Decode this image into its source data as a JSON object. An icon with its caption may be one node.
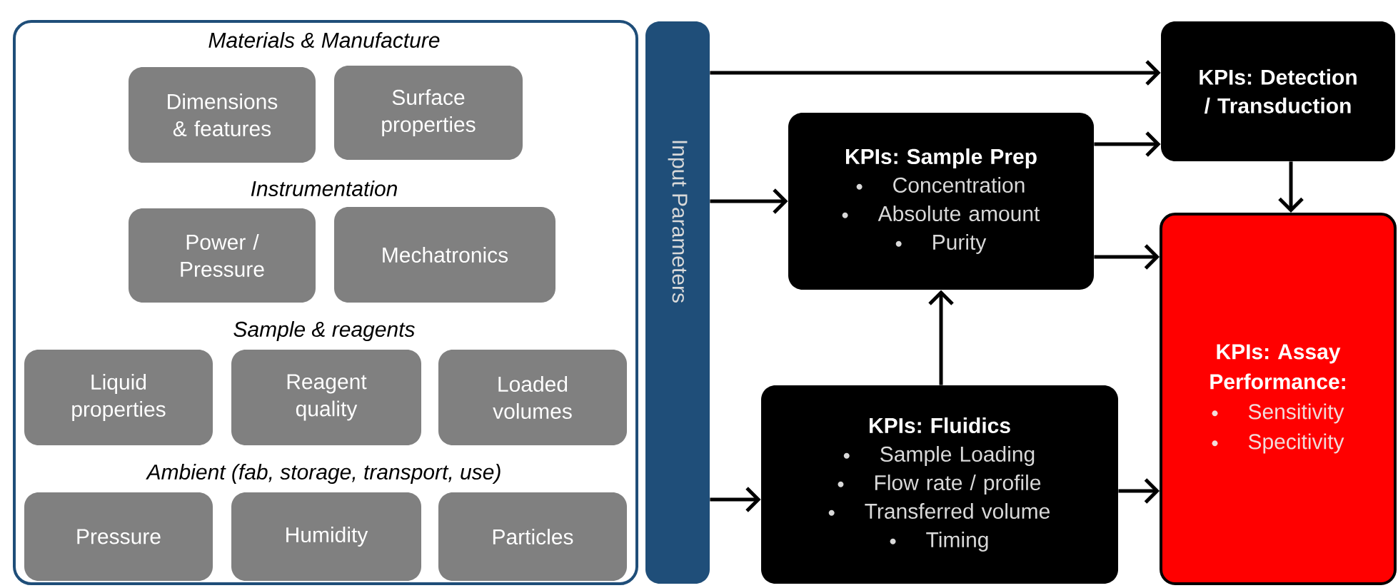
{
  "diagram": {
    "nodes": [
      {
        "text": [],
        "shape": "box"
      },
      {
        "text": [
          "Dimensions & features"
        ],
        "in": 0
      },
      {
        "text": [
          "Surface properties"
        ],
        "in": 0
      },
      {
        "text": [
          "Power / Pressure"
        ],
        "in": 0
      },
      {
        "text": [
          "Mechatronics"
        ],
        "in": 0
      },
      {
        "text": [
          "Liquid properties"
        ],
        "in": 0
      },
      {
        "text": [
          "Reagent quality"
        ],
        "in": 0
      },
      {
        "text": [
          "Loaded volumes"
        ],
        "in": 0
      },
      {
        "text": [
          "Pressure"
        ],
        "in": 0
      },
      {
        "text": [
          "Humidity"
        ],
        "in": 0
      },
      {
        "text": [
          "Particles"
        ],
        "in": 0
      },
      {
        "text": [
          "Input Parameters"
        ]
      },
      {
        "text": [
          "KPIs: Detection / Transduction"
        ]
      },
      {
        "text": [
          "KPIs: Sample Prep",
          "Concentration",
          "Absolute amount",
          "Purity"
        ]
      },
      {
        "text": [
          "KPIs: Fluidics",
          "Sample Loading",
          "Flow rate / profile",
          "Transferred volume",
          "Timing"
        ]
      },
      {
        "text": [
          "KPIs: Assay Performance:",
          "Sensitivity",
          "Specitivity"
        ]
      }
    ],
    "edges": [
      {
        "from": 11,
        "to": 12,
        "arrow": "to"
      },
      {
        "from": 11,
        "to": 13,
        "arrow": "to"
      },
      {
        "from": 11,
        "to": 14,
        "arrow": "to"
      },
      {
        "from": 13,
        "to": 12,
        "arrow": "to"
      },
      {
        "from": 13,
        "to": 15,
        "arrow": "to"
      },
      {
        "from": 14,
        "to": 15,
        "arrow": "to"
      },
      {
        "from": 14,
        "to": 13,
        "arrow": "to"
      },
      {
        "from": 12,
        "to": 15,
        "arrow": "to"
      }
    ],
    "labels": [
      "Materials & Manufacture",
      "Instrumentation",
      "Sample & reagents",
      "Ambient (fab, storage, transport, use)"
    ]
  }
}
